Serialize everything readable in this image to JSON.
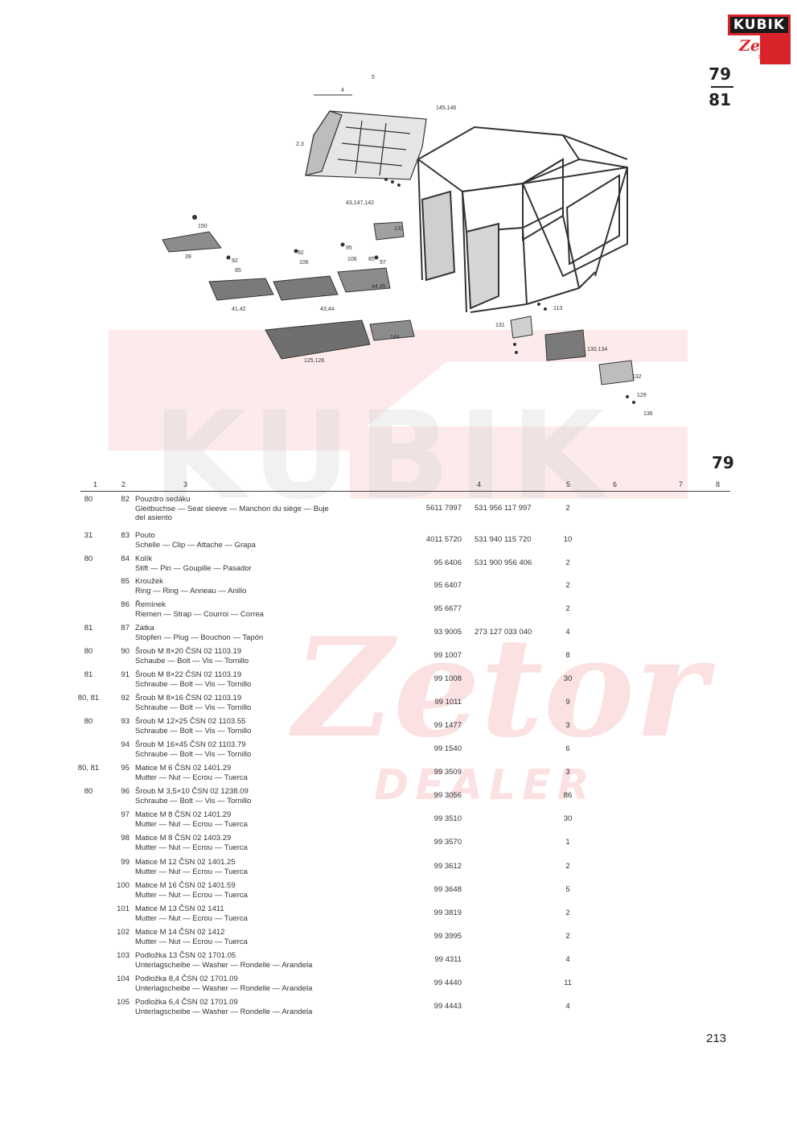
{
  "logo": {
    "brand": "KUBIK",
    "sub": "Zetor",
    "dealer": "DEALER"
  },
  "figure": {
    "top": "79",
    "bottom": "81"
  },
  "section": "79",
  "columns": [
    "1",
    "2",
    "3",
    "4",
    "5",
    "6",
    "7",
    "8"
  ],
  "page_number": "213",
  "diagram_labels": [
    "4",
    "5",
    "2,3",
    "145,146",
    "43,147,142",
    "150",
    "39",
    "92",
    "85",
    "92",
    "106",
    "95",
    "106",
    "85",
    "97",
    "133",
    "41,42",
    "43,44",
    "44,45",
    "125,126",
    "144",
    "131",
    "130,134",
    "132",
    "129",
    "136",
    "113"
  ],
  "rows": [
    {
      "c1": "80",
      "c2": "82",
      "lines": [
        "Pouzdro sedáku",
        "Gleitbuchse — Seat sleeve — Manchon du siège — Buje",
        "del asiento"
      ],
      "n1": "5611 7997",
      "n2": "531 956 117 997",
      "qty": "2"
    },
    {
      "c1": "31",
      "c2": "83",
      "lines": [
        "Pouto",
        "Schelle — Clip — Attache — Grapa"
      ],
      "n1": "4011 5720",
      "n2": "531 940 115 720",
      "qty": "10"
    },
    {
      "c1": "80",
      "c2": "84",
      "lines": [
        "Kolík",
        "Stift — Pin — Goupille — Pasador"
      ],
      "n1": "95 6406",
      "n2": "531 900 956 406",
      "qty": "2"
    },
    {
      "c1": "",
      "c2": "85",
      "lines": [
        "Kroužek",
        "Ring — Ring — Anneau — Anillo"
      ],
      "n1": "95 6407",
      "n2": "",
      "qty": "2"
    },
    {
      "c1": "",
      "c2": "86",
      "lines": [
        "Řemínek",
        "Riemen — Strap — Courroi — Correa"
      ],
      "n1": "95 6677",
      "n2": "",
      "qty": "2"
    },
    {
      "c1": "81",
      "c2": "87",
      "lines": [
        "Zátka",
        "Stopfen — Plug — Bouchon — Tapón"
      ],
      "n1": "93 9005",
      "n2": "273 127 033 040",
      "qty": "4"
    },
    {
      "c1": "80",
      "c2": "90",
      "lines": [
        "Šroub M 8×20   ČSN 02 1103.19",
        "Schaube — Bolt — Vis — Tornillo"
      ],
      "n1": "99 1007",
      "n2": "",
      "qty": "8"
    },
    {
      "c1": "81",
      "c2": "91",
      "lines": [
        "Šroub M 8×22   ČSN 02 1103.19",
        "Schraube — Bolt — Vis — Tornillo"
      ],
      "n1": "99 1008",
      "n2": "",
      "qty": "30"
    },
    {
      "c1": "80, 81",
      "c2": "92",
      "lines": [
        "Šroub M 8×16   ČSN 02 1103.19",
        "Schraube — Bolt — Vis — Tornillo"
      ],
      "n1": "99 1011",
      "n2": "",
      "qty": "9"
    },
    {
      "c1": "80",
      "c2": "93",
      "lines": [
        "Šroub M 12×25   ČSN 02 1103.55",
        "Schraube — Bolt — Vis — Tornillo"
      ],
      "n1": "99 1477",
      "n2": "",
      "qty": "3"
    },
    {
      "c1": "",
      "c2": "94",
      "lines": [
        "Šroub M 16×45   ČSN 02 1103.79",
        "Schraube — Bolt — Vis — Tornillo"
      ],
      "n1": "99 1540",
      "n2": "",
      "qty": "6"
    },
    {
      "c1": "80, 81",
      "c2": "95",
      "lines": [
        "Matice M 6   ČSN 02 1401.29",
        "Mutter — Nut — Ecrou — Tuerca"
      ],
      "n1": "99 3509",
      "n2": "",
      "qty": "3"
    },
    {
      "c1": "80",
      "c2": "96",
      "lines": [
        "Šroub M 3,5×10   ČSN 02 1238.09",
        "Schraube — Bolt — Vis — Tornillo"
      ],
      "n1": "99 3056",
      "n2": "",
      "qty": "86"
    },
    {
      "c1": "",
      "c2": "97",
      "lines": [
        "Matice M 8   ČSN 02 1401.29",
        "Mutter — Nut — Ecrou — Tuerca"
      ],
      "n1": "99 3510",
      "n2": "",
      "qty": "30"
    },
    {
      "c1": "",
      "c2": "98",
      "lines": [
        "Matice M 8   ČSN 02 1403.29",
        "Mutter — Nut — Ecrou — Tuerca"
      ],
      "n1": "99 3570",
      "n2": "",
      "qty": "1"
    },
    {
      "c1": "",
      "c2": "99",
      "lines": [
        "Matice M 12   ČSN 02 1401.25",
        "Mutter — Nut — Ecrou — Tuerca"
      ],
      "n1": "99 3612",
      "n2": "",
      "qty": "2"
    },
    {
      "c1": "",
      "c2": "100",
      "lines": [
        "Matice M 16   ČSN 02 1401.59",
        "Mutter — Nut — Ecrou — Tuerca"
      ],
      "n1": "99 3648",
      "n2": "",
      "qty": "5"
    },
    {
      "c1": "",
      "c2": "101",
      "lines": [
        "Matice M 13   ČSN 02 1411",
        "Mutter — Nut — Ecrou — Tuerca"
      ],
      "n1": "99 3819",
      "n2": "",
      "qty": "2"
    },
    {
      "c1": "",
      "c2": "102",
      "lines": [
        "Matice M 14   ČSN 02 1412",
        "Mutter — Nut — Ecrou — Tuerca"
      ],
      "n1": "99 3995",
      "n2": "",
      "qty": "2"
    },
    {
      "c1": "",
      "c2": "103",
      "lines": [
        "Podložka 13   ČSN 02 1701.05",
        "Unterlagscheibe — Washer — Rondelle — Arandela"
      ],
      "n1": "99 4311",
      "n2": "",
      "qty": "4"
    },
    {
      "c1": "",
      "c2": "104",
      "lines": [
        "Podložka 8,4   ČSN 02 1701.09",
        "Unterlagscheibe — Washer — Rondelle — Arandela"
      ],
      "n1": "99 4440",
      "n2": "",
      "qty": "11"
    },
    {
      "c1": "",
      "c2": "105",
      "lines": [
        "Podložka 6,4   ČSN 02 1701.09",
        "Unterlagscheibe — Washer — Rondelle — Arandela"
      ],
      "n1": "99 4443",
      "n2": "",
      "qty": "4"
    }
  ]
}
